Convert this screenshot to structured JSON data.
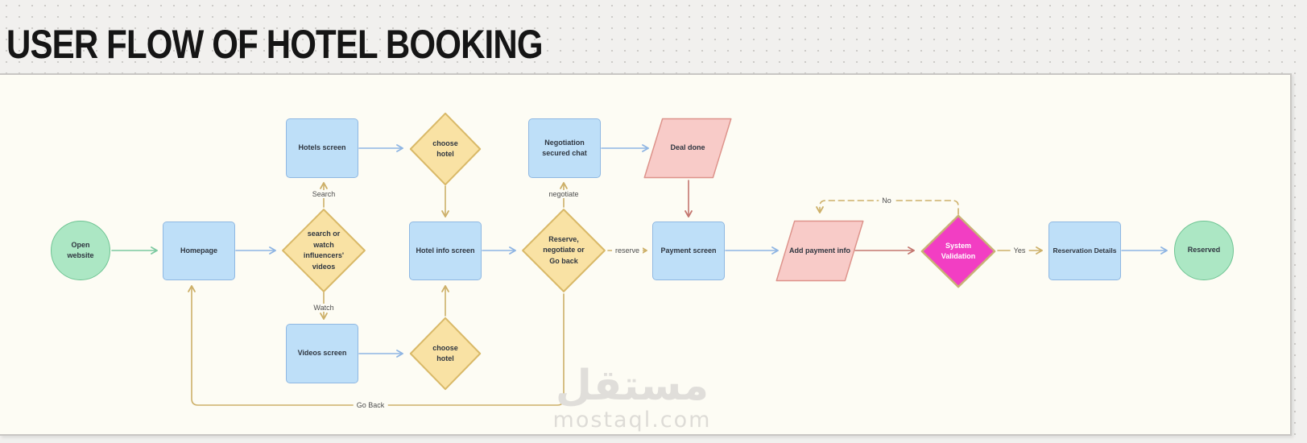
{
  "page": {
    "title": "USER FLOW OF HOTEL BOOKING"
  },
  "watermark": {
    "arabic": "مستقل",
    "site": "mostaql.com"
  },
  "palette": {
    "canvas_bg": "#FDFCF4",
    "screen_fill": "#BEDFF8",
    "screen_border": "#8FB8E2",
    "decision_fill": "#F9E2A4",
    "decision_border": "#D9B968",
    "terminal_fill": "#ACE7C4",
    "terminal_border": "#6FC493",
    "io_fill": "#F8CBC8",
    "io_border": "#DD938B",
    "validation_fill": "#F23EC3",
    "validation_border": "#C9B176",
    "arrow_green": "#7CC9A0",
    "arrow_blue": "#8FB5E3",
    "arrow_tan": "#CDB069",
    "arrow_red": "#C4766F"
  },
  "diagram": {
    "nodes": {
      "open_website": {
        "label": "Open website",
        "shape": "circle"
      },
      "homepage": {
        "label": "Homepage",
        "shape": "rectangle"
      },
      "search_or_watch": {
        "label": "search or watch influencers' videos",
        "shape": "diamond"
      },
      "hotels_screen": {
        "label": "Hotels screen",
        "shape": "rectangle"
      },
      "choose_hotel_top": {
        "label": "choose hotel",
        "shape": "diamond"
      },
      "videos_screen": {
        "label": "Videos screen",
        "shape": "rectangle"
      },
      "choose_hotel_bottom": {
        "label": "choose hotel",
        "shape": "diamond"
      },
      "hotel_info_screen": {
        "label": "Hotel info screen",
        "shape": "rectangle"
      },
      "reserve_negotiate": {
        "label": "Reserve, negotiate or Go back",
        "shape": "diamond"
      },
      "negotiation_chat": {
        "label": "Negotiation secured chat",
        "shape": "rectangle"
      },
      "deal_done": {
        "label": "Deal done",
        "shape": "parallelogram"
      },
      "payment_screen": {
        "label": "Payment screen",
        "shape": "rectangle"
      },
      "add_payment_info": {
        "label": "Add payment info",
        "shape": "parallelogram"
      },
      "system_validation": {
        "label": "System Validation",
        "shape": "diamond"
      },
      "reservation_details": {
        "label": "Reservation Details",
        "shape": "rectangle"
      },
      "reserved": {
        "label": "Reserved",
        "shape": "circle"
      }
    },
    "edge_labels": {
      "search": "Search",
      "watch": "Watch",
      "negotiate": "negotiate",
      "reserve": "reserve",
      "no": "No",
      "yes": "Yes",
      "go_back": "Go Back"
    }
  }
}
